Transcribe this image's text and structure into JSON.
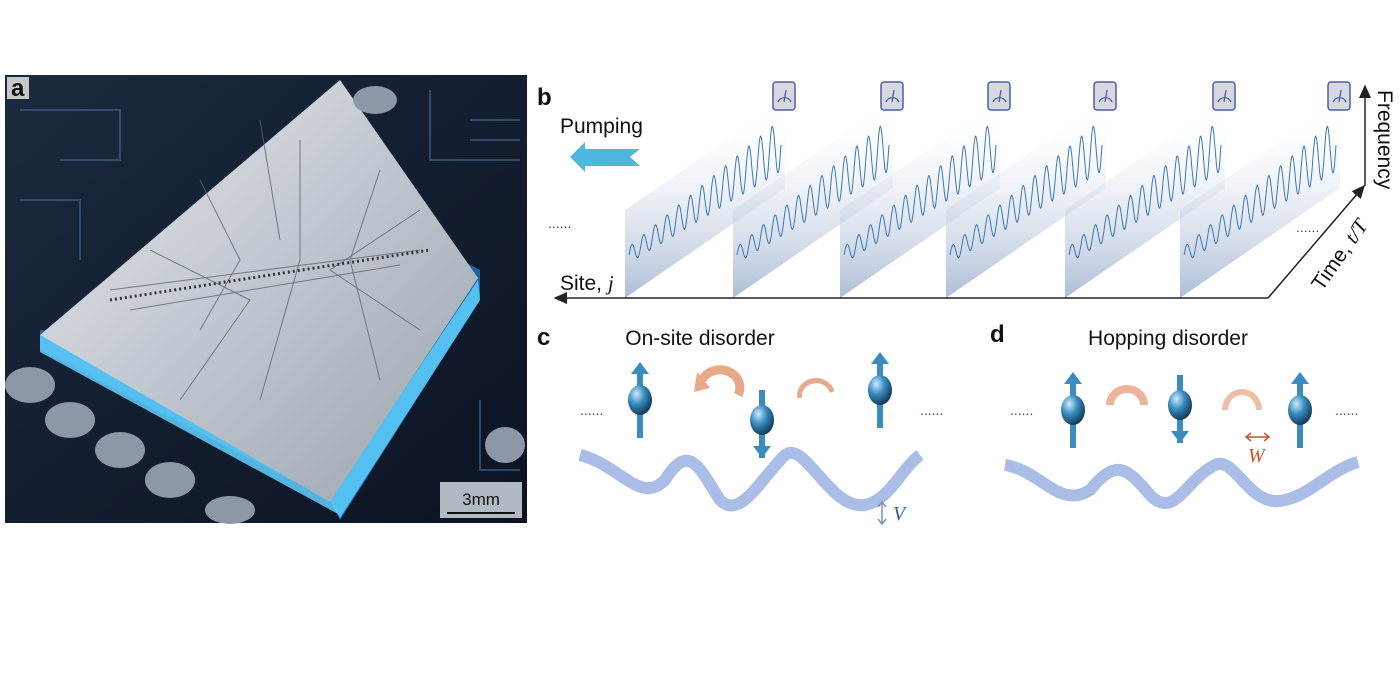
{
  "panels": {
    "a": {
      "label": "a",
      "scale_bar": "3mm"
    },
    "b": {
      "label": "b",
      "pumping": "Pumping",
      "site_axis": "Site, ",
      "site_var": "j",
      "time_axis": "Time, ",
      "time_var": "t/T",
      "frequency_axis": "Frequency",
      "ellipsis": "......",
      "sheet_count": 6
    },
    "c": {
      "label": "c",
      "title": "On-site disorder",
      "ellipsis": "......",
      "disorder_symbol": "V",
      "spins": [
        "up",
        "down",
        "up"
      ]
    },
    "d": {
      "label": "d",
      "title": "Hopping disorder",
      "ellipsis": "......",
      "disorder_symbol": "W",
      "spins": [
        "up",
        "down",
        "up"
      ]
    }
  },
  "colors": {
    "spin": "#3a8cc0",
    "hop_arrow": "#e8a88a",
    "wave": "#a9bde6",
    "pump_arrow": "#4fb6e0",
    "w_label": "#c8562a",
    "v_label": "#3b5aa5"
  }
}
